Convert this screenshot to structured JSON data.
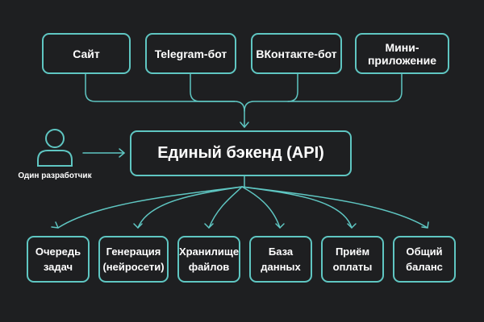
{
  "colors": {
    "background": "#1e1f21",
    "accent": "#5fc6c2",
    "text": "#ffffff"
  },
  "channels": [
    {
      "label": "Сайт"
    },
    {
      "label": "Telegram-бот"
    },
    {
      "label": "ВКонтакте-бот"
    },
    {
      "label": "Мини-приложение"
    }
  ],
  "backend": {
    "label": "Единый бэкенд (API)"
  },
  "developer": {
    "label": "Один разработчик",
    "icon": "user-icon"
  },
  "services": [
    {
      "label": "Очередь\nзадач"
    },
    {
      "label": "Генерация\n(нейросети)"
    },
    {
      "label": "Хранилище\nфайлов"
    },
    {
      "label": "База\nданных"
    },
    {
      "label": "Приём\nоплаты"
    },
    {
      "label": "Общий\nбаланс"
    }
  ]
}
